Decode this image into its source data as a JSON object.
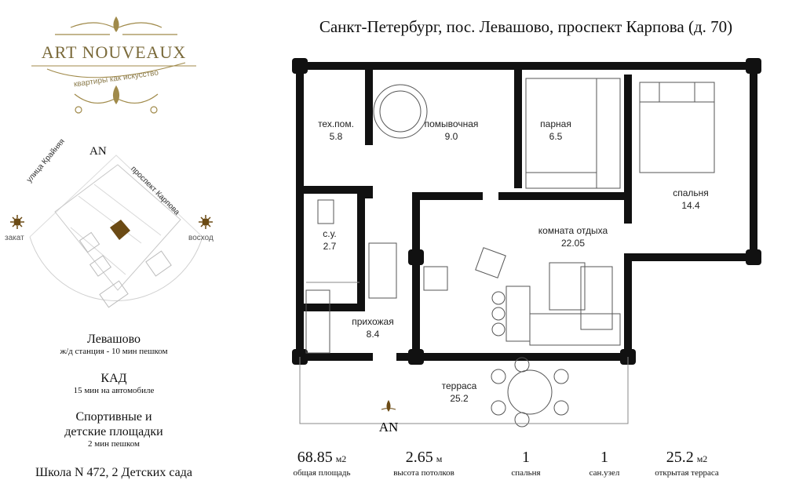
{
  "brand": {
    "name": "ART NOUVEAUX",
    "tagline": "квартиры как искусство",
    "colors": {
      "gold": "#a08a4a",
      "wall": "#111111"
    }
  },
  "compass_map": {
    "north": "AN",
    "west": "закат",
    "east": "восход",
    "street_left": "улица Крайняя",
    "street_right": "проспект Карпова"
  },
  "info": [
    {
      "title": "Левашово",
      "sub": "ж/д станция - 10 мин пешком"
    },
    {
      "title": "КАД",
      "sub": "15 мин на автомобиле"
    },
    {
      "title": "Спортивные и детские площадки",
      "sub": "2 мин пешком"
    },
    {
      "title": "Школа N 472,  2 Детских сада",
      "sub": ""
    }
  ],
  "address": "Санкт-Петербург, пос. Левашово, проспект Карпова (д. 70)",
  "plan_north": "AN",
  "rooms": [
    {
      "name": "тех.пом.",
      "area": "5.8"
    },
    {
      "name": "помывочная",
      "area": "9.0"
    },
    {
      "name": "парная",
      "area": "6.5"
    },
    {
      "name": "спальня",
      "area": "14.4"
    },
    {
      "name": "с.у.",
      "area": "2.7"
    },
    {
      "name": "комната отдыха",
      "area": "22.05"
    },
    {
      "name": "прихожая",
      "area": "8.4"
    },
    {
      "name": "терраса",
      "area": "25.2"
    }
  ],
  "stats": [
    {
      "value": "68.85",
      "unit": "м2",
      "label": "общая площадь"
    },
    {
      "value": "2.65",
      "unit": "м",
      "label": "высота потолков"
    },
    {
      "value": "1",
      "unit": "",
      "label": "спальня"
    },
    {
      "value": "1",
      "unit": "",
      "label": "сан.узел"
    },
    {
      "value": "25.2",
      "unit": "м2",
      "label": "открытая терраса"
    }
  ]
}
